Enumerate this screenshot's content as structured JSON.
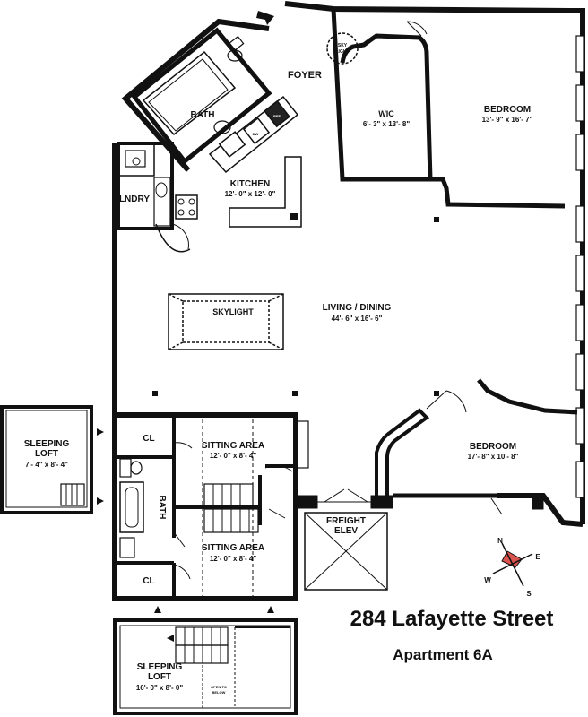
{
  "rooms": {
    "skylight_small": {
      "line1": "SKY",
      "line2": "LIGHT"
    },
    "foyer": "FOYER",
    "wic": {
      "name": "WIC",
      "dims": "6'- 3\" x 13'- 8\""
    },
    "bedroom_1": {
      "name": "BEDROOM",
      "dims": "13'- 9\" x 16'- 7\""
    },
    "bath_1": "BATH",
    "kitchen": {
      "name": "KITCHEN",
      "dims": "12'- 0\" x 12'- 0\""
    },
    "laundry": "LNDRY",
    "dw": "DW",
    "refrigerator": "REF",
    "skylight_large": "SKYLIGHT",
    "living_dining": {
      "name": "LIVING / DINING",
      "dims": "44'- 6\" x 16'- 6\""
    },
    "bedroom_2": {
      "name": "BEDROOM",
      "dims": "17'- 8\" x 10'- 8\""
    },
    "sleeping_loft_1": {
      "line1": "SLEEPING",
      "line2": "LOFT",
      "dims": "7'- 4\" x 8'- 4\""
    },
    "closet_1": "CL",
    "sitting_area_1": {
      "name": "SITTING AREA",
      "dims": "12'- 0\" x 8'- 4\""
    },
    "bath_2": "BATH",
    "sitting_area_2": {
      "name": "SITTING AREA",
      "dims": "12'- 0\" x 8'- 4\""
    },
    "closet_2": "CL",
    "freight_elev": {
      "line1": "FREIGHT",
      "line2": "ELEV"
    },
    "sleeping_loft_2": {
      "line1": "SLEEPING",
      "line2": "LOFT",
      "dims": "16'- 0\" x 8'- 0\""
    },
    "open_to_below": {
      "line1": "OPEN TO",
      "line2": "BELOW"
    }
  },
  "address": {
    "street": "284 Lafayette Street",
    "unit": "Apartment 6A"
  },
  "compass": {
    "n": "N",
    "e": "E",
    "s": "S",
    "w": "W"
  },
  "colors": {
    "walls": "#111111",
    "compass_needle": "#d9534f",
    "background": "#ffffff"
  }
}
